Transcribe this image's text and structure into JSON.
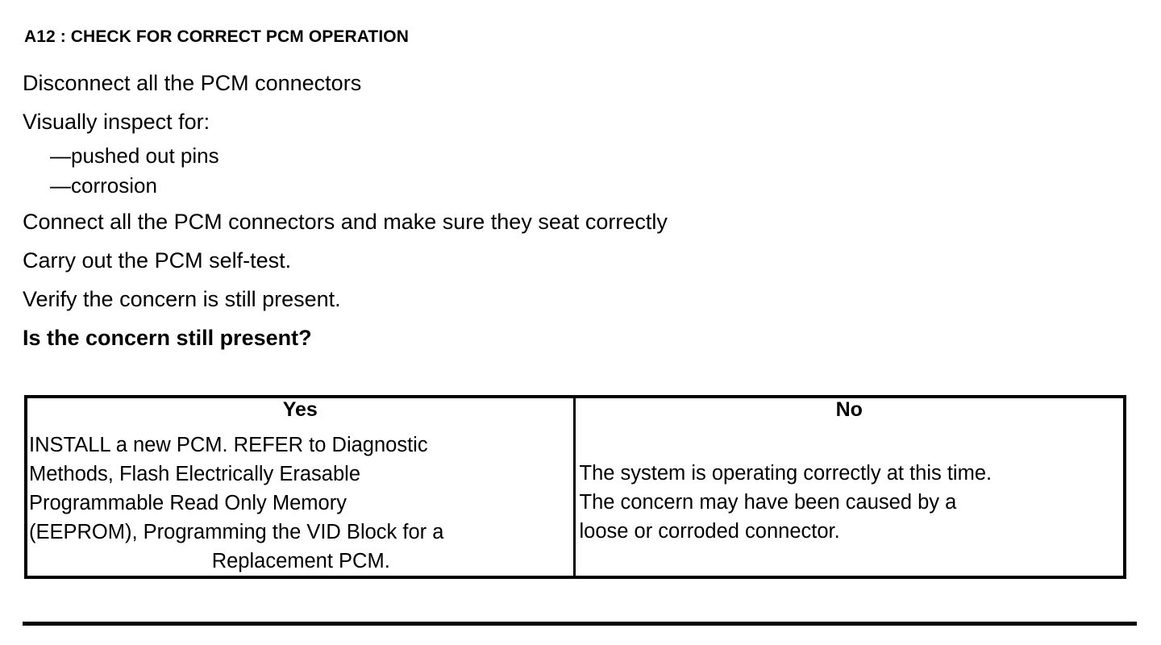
{
  "document": {
    "step_heading": "A12 : CHECK FOR CORRECT PCM OPERATION",
    "instructions": [
      {
        "text": "Disconnect all the PCM connectors",
        "style": "normal"
      },
      {
        "text": "Visually inspect for:",
        "style": "normal"
      },
      {
        "text": "—pushed out pins",
        "style": "sub"
      },
      {
        "text": "—corrosion",
        "style": "sub"
      },
      {
        "text": "Connect all the PCM connectors and make sure they seat correctly",
        "style": "normal"
      },
      {
        "text": "Carry out the PCM self-test.",
        "style": "normal"
      },
      {
        "text": "Verify the concern is still present.",
        "style": "normal"
      },
      {
        "text": "Is the concern still present?",
        "style": "bold"
      }
    ]
  },
  "decision_table": {
    "headers": [
      "Yes",
      "No"
    ],
    "yes_cell": {
      "lines": [
        {
          "text": "INSTALL a new PCM. REFER to Diagnostic",
          "align": "left"
        },
        {
          "text": "Methods, Flash Electrically Erasable",
          "align": "left"
        },
        {
          "text": "Programmable Read Only Memory",
          "align": "left"
        },
        {
          "text": "(EEPROM), Programming the VID Block for a",
          "align": "left"
        },
        {
          "text": "Replacement PCM.",
          "align": "center"
        }
      ]
    },
    "no_cell": {
      "lines": [
        {
          "text": "The system is operating correctly at this time.",
          "align": "left"
        },
        {
          "text": "The concern may have been caused by a",
          "align": "left"
        },
        {
          "text": "loose or corroded connector.",
          "align": "left"
        }
      ]
    }
  },
  "colors": {
    "ink": "#000000",
    "paper": "#ffffff"
  }
}
